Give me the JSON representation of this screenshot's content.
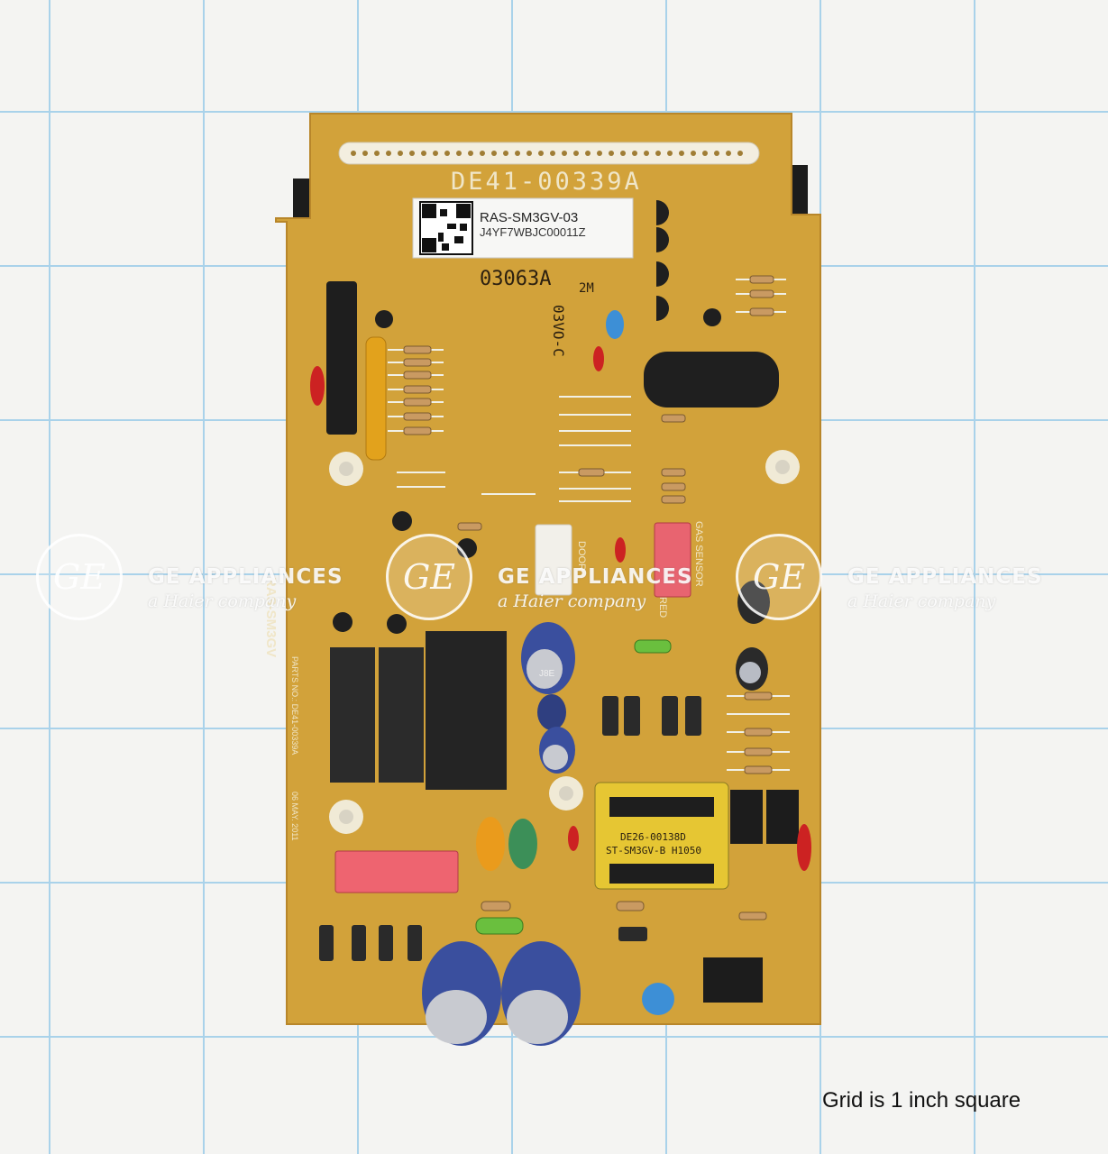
{
  "board": {
    "part_number": "DE41-00339A",
    "label_model": "RAS-SM3GV-03",
    "label_serial": "J4YF7WBJC00011Z",
    "code": "03063A",
    "code_suffix": "2M",
    "vertical_code": "03VO-C",
    "side_model": "RAS-SM3GV",
    "parts_no": "PARTS NO.: DE41-00339A",
    "date": "06 MAY. 2011",
    "transformer_line1": "DE26-00138D",
    "transformer_line2": "ST-SM3GV-B H1050",
    "gas_sensor": "GAS SENSOR",
    "door": "DOOR",
    "red": "RED",
    "cap_label": "J8E"
  },
  "watermark": {
    "logo": "GE",
    "brand": "GE APPLIANCES",
    "sub": "a Haier company"
  },
  "caption": "Grid is 1 inch square",
  "colors": {
    "grid": "#a9d2ea",
    "board": "#d2a23a",
    "trace": "#f1f0e6",
    "relay": "#2c2c2c",
    "capacitor": "#3a4f9e"
  }
}
